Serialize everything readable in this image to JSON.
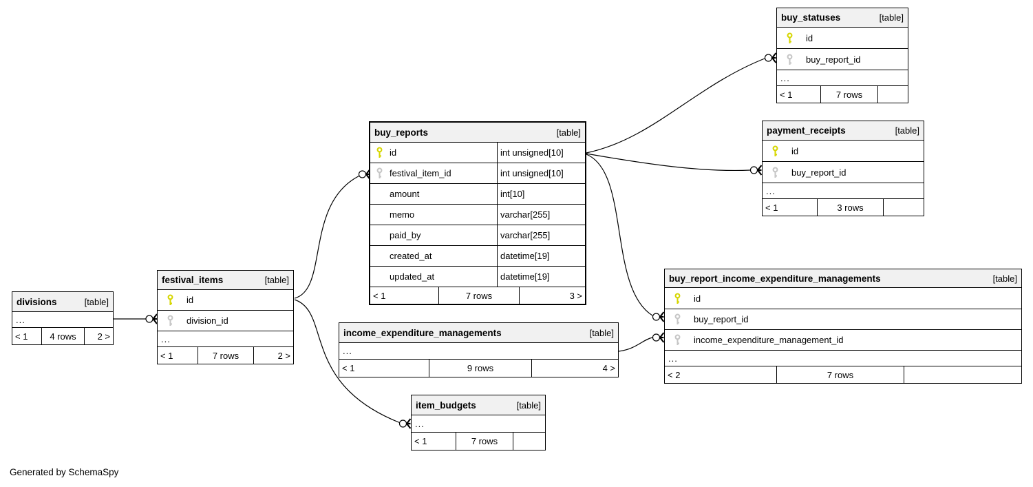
{
  "credit": "Generated by SchemaSpy",
  "tables": {
    "divisions": {
      "name": "divisions",
      "tag": "[table]",
      "ellipsis": "...",
      "stats": [
        "< 1",
        "4 rows",
        "2 >"
      ]
    },
    "festival_items": {
      "name": "festival_items",
      "tag": "[table]",
      "ellipsis": "...",
      "columns": [
        {
          "icon": "primary-key",
          "name": "id"
        },
        {
          "icon": "foreign-key",
          "name": "division_id"
        }
      ],
      "stats": [
        "< 1",
        "7 rows",
        "2 >"
      ]
    },
    "buy_reports": {
      "name": "buy_reports",
      "tag": "[table]",
      "columns": [
        {
          "icon": "primary-key",
          "name": "id",
          "type": "int unsigned[10]"
        },
        {
          "icon": "foreign-key",
          "name": "festival_item_id",
          "type": "int unsigned[10]"
        },
        {
          "icon": "none",
          "name": "amount",
          "type": "int[10]"
        },
        {
          "icon": "none",
          "name": "memo",
          "type": "varchar[255]"
        },
        {
          "icon": "none",
          "name": "paid_by",
          "type": "varchar[255]"
        },
        {
          "icon": "none",
          "name": "created_at",
          "type": "datetime[19]"
        },
        {
          "icon": "none",
          "name": "updated_at",
          "type": "datetime[19]"
        }
      ],
      "stats": [
        "< 1",
        "7 rows",
        "3 >"
      ]
    },
    "buy_statuses": {
      "name": "buy_statuses",
      "tag": "[table]",
      "ellipsis": "...",
      "columns": [
        {
          "icon": "primary-key",
          "name": "id"
        },
        {
          "icon": "foreign-key",
          "name": "buy_report_id"
        }
      ],
      "stats": [
        "< 1",
        "7 rows",
        ""
      ]
    },
    "payment_receipts": {
      "name": "payment_receipts",
      "tag": "[table]",
      "ellipsis": "...",
      "columns": [
        {
          "icon": "primary-key",
          "name": "id"
        },
        {
          "icon": "foreign-key",
          "name": "buy_report_id"
        }
      ],
      "stats": [
        "< 1",
        "3 rows",
        ""
      ]
    },
    "buy_report_income_expenditure_managements": {
      "name": "buy_report_income_expenditure_managements",
      "tag": "[table]",
      "ellipsis": "...",
      "columns": [
        {
          "icon": "primary-key",
          "name": "id"
        },
        {
          "icon": "foreign-key",
          "name": "buy_report_id"
        },
        {
          "icon": "foreign-key",
          "name": "income_expenditure_management_id"
        }
      ],
      "stats": [
        "< 2",
        "7 rows",
        ""
      ]
    },
    "income_expenditure_managements": {
      "name": "income_expenditure_managements",
      "tag": "[table]",
      "ellipsis": "...",
      "stats": [
        "< 1",
        "9 rows",
        "4 >"
      ]
    },
    "item_budgets": {
      "name": "item_budgets",
      "tag": "[table]",
      "ellipsis": "...",
      "stats": [
        "< 1",
        "7 rows",
        ""
      ]
    }
  },
  "colors": {
    "primary_key": "#d6d600",
    "foreign_key": "#c6c6c6",
    "header_bg": "#f1f1f1",
    "line": "#000000"
  }
}
